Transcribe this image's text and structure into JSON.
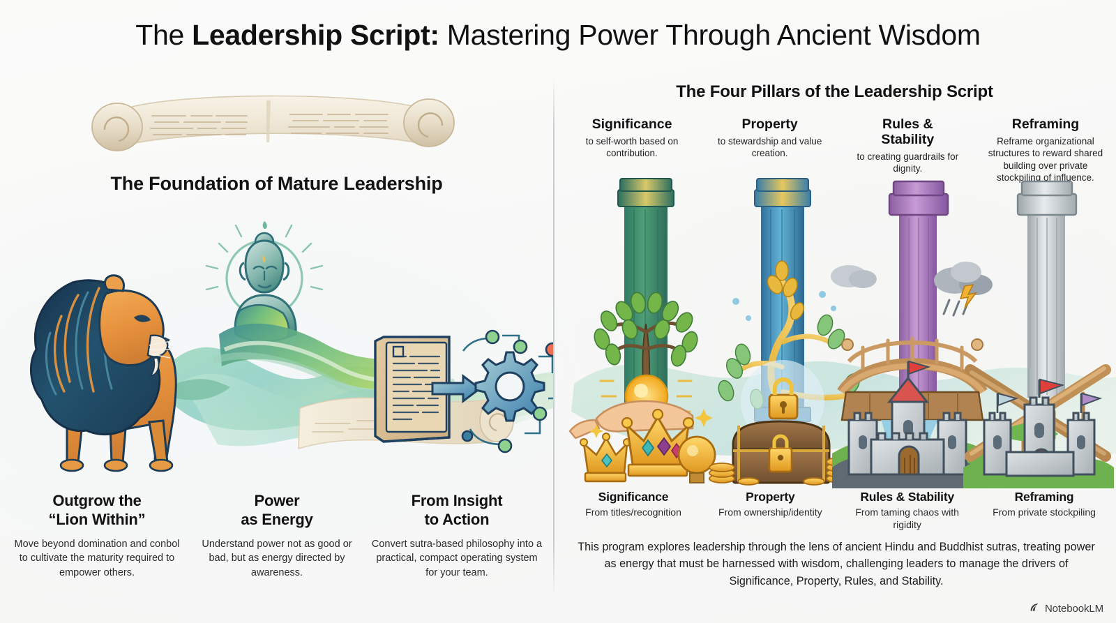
{
  "title": {
    "lead": "The ",
    "bold": "Leadership Script:",
    "tail": " Mastering Power Through Ancient Wisdom"
  },
  "left": {
    "heading": "The Foundation of Mature Leadership",
    "scroll_icon": "ancient-scroll-icon",
    "art": {
      "lion_icon": "lion-illustration",
      "buddha_icon": "meditating-buddha-illustration",
      "book_gear_icon": "book-to-gear-illustration"
    },
    "columns": [
      {
        "title": "Outgrow the\n“Lion Within”",
        "body": "Move beyond domination and conbol to cultivate the maturity required to empower others."
      },
      {
        "title": "Power\nas Energy",
        "body": "Understand power not as good or bad, but as energy directed by awareness."
      },
      {
        "title": "From Insight\nto Action",
        "body": "Convert sutra-based philosophy into a practical, compact operating system for your team."
      }
    ]
  },
  "right": {
    "heading": "The Four Pillars of the Leadership Script",
    "pillar_heads": [
      {
        "title": "Significance",
        "sub": "to self-worth based on contribution."
      },
      {
        "title": "Property",
        "sub": "to stewardship and value creation."
      },
      {
        "title": "Rules &\nStability",
        "sub": "to creating guardrails for dignity."
      },
      {
        "title": "Reframing",
        "sub": "Reframe organizational structures to reward shared building over private stockpiling of influence."
      }
    ],
    "pillar_captions": [
      {
        "title": "Significance",
        "sub": "From titles/recognition"
      },
      {
        "title": "Property",
        "sub": "From ownership/identity"
      },
      {
        "title": "Rules & Stability",
        "sub": "From taming chaos with rigidity"
      },
      {
        "title": "Reframing",
        "sub": "From private stockpiling"
      }
    ],
    "summary": "This program explores leadership through the lens of ancient Hindu and Buddhist sutras, treating power as energy that must be harnessed with wisdom, challenging leaders to manage the drivers of Significance, Property, Rules, and Stability.",
    "pillar_icons": [
      "crown-and-medal-icon",
      "treasure-chest-and-lock-icon",
      "castle-with-storm-icon",
      "castle-on-hill-icon"
    ]
  },
  "watermark": {
    "icon": "notebooklm-logo-icon",
    "label": "NotebookLM"
  },
  "colors": {
    "pillar_significance": "#3f8d6e",
    "pillar_property": "#4a9ec7",
    "pillar_rules": "#a munkat",
    "pillar_rules_hex": "#a973b8",
    "pillar_reframing": "#b9bec2",
    "lion_body": "#e8973f",
    "lion_mane": "#1f3a52",
    "buddha": "#5fae92",
    "accent_gold": "#f0b429",
    "text_primary": "#111111",
    "divider": "#c8ccce"
  }
}
